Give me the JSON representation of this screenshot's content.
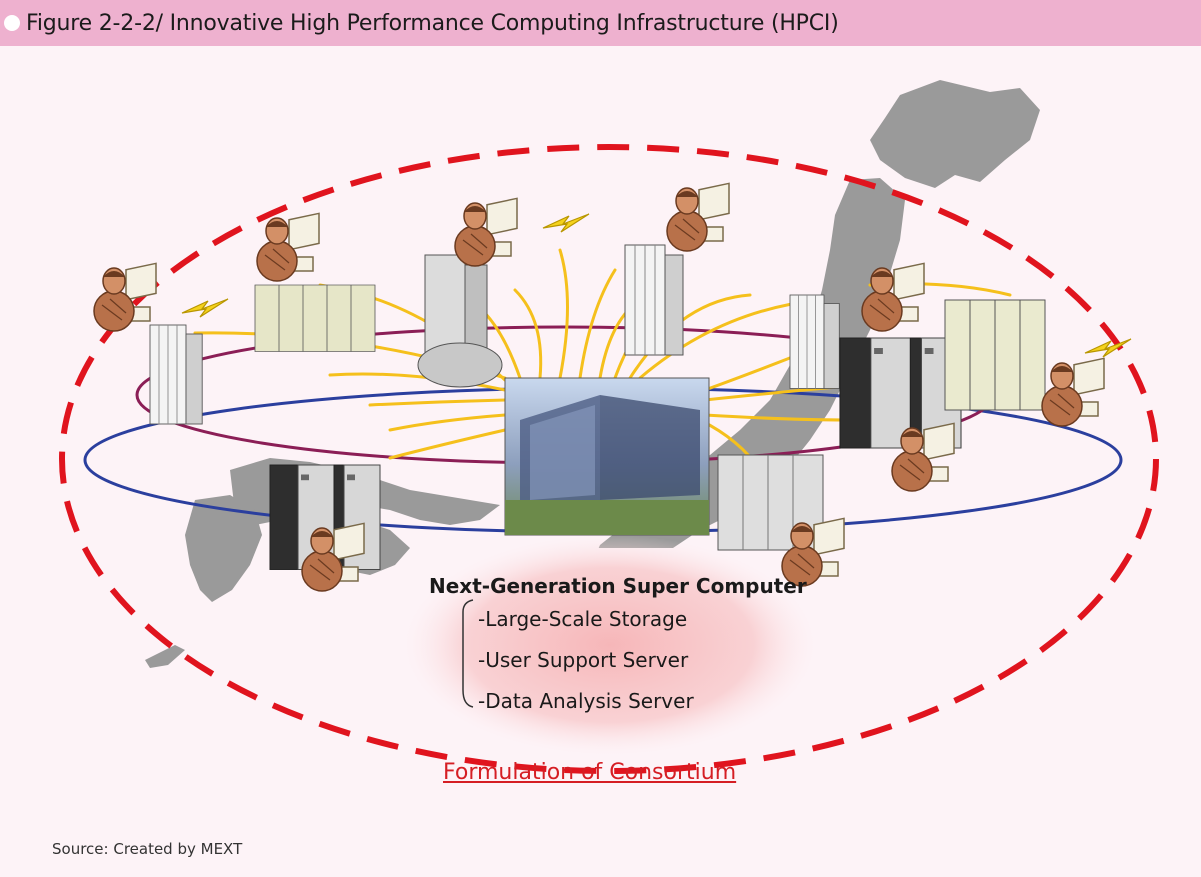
{
  "figure": {
    "title": "Figure 2-2-2/ Innovative High Performance Computing Infrastructure (HPCI)"
  },
  "center": {
    "title": "Next-Generation Super Computer",
    "items": [
      "-Large-Scale Storage",
      "-User Support Server",
      "-Data Analysis Server"
    ]
  },
  "consortium": "Formulation of Consortium",
  "source": "Source: Created by MEXT",
  "colors": {
    "header": "#eeb1cf",
    "dashed_ellipse": "#e0141e",
    "ring_outer": "#2b3f9e",
    "ring_inner": "#8b1e56",
    "links": "#f5c01c",
    "map": "#9a9a9a"
  },
  "icons": {
    "user": "user-at-computer-icon",
    "lightning": "lightning-icon",
    "supercomputer": "supercomputer-icon"
  }
}
